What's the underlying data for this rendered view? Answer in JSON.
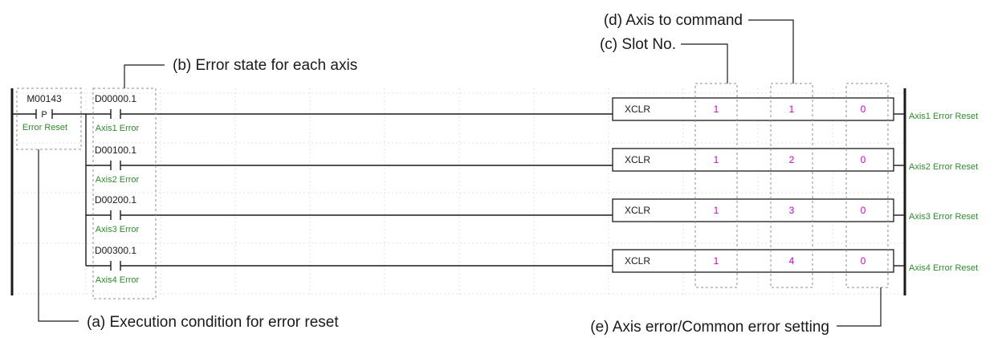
{
  "annotations": {
    "a": "(a) Execution condition for error reset",
    "b": "(b) Error state for each axis",
    "c": "(c) Slot No.",
    "d": "(d) Axis to command",
    "e": "(e) Axis error/Common error setting"
  },
  "exec_contact": {
    "address": "M00143",
    "flag": "P",
    "comment": "Error Reset"
  },
  "rungs": [
    {
      "contact": "D00000.1",
      "comment": "Axis1 Error",
      "instruction": "XCLR",
      "slot": "1",
      "axis": "1",
      "setting": "0",
      "output": "Axis1 Error Reset"
    },
    {
      "contact": "D00100.1",
      "comment": "Axis2 Error",
      "instruction": "XCLR",
      "slot": "1",
      "axis": "2",
      "setting": "0",
      "output": "Axis2 Error Reset"
    },
    {
      "contact": "D00200.1",
      "comment": "Axis3 Error",
      "instruction": "XCLR",
      "slot": "1",
      "axis": "3",
      "setting": "0",
      "output": "Axis3 Error Reset"
    },
    {
      "contact": "D00300.1",
      "comment": "Axis4 Error",
      "instruction": "XCLR",
      "slot": "1",
      "axis": "4",
      "setting": "0",
      "output": "Axis4 Error Reset"
    }
  ]
}
